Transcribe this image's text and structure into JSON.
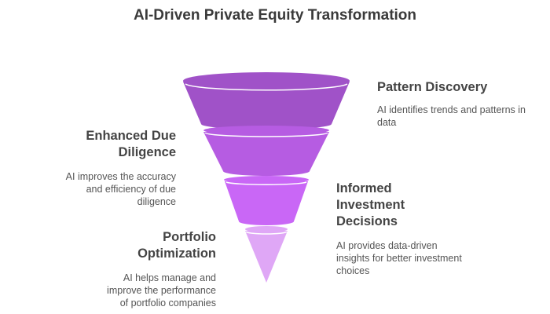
{
  "title": "AI-Driven Private Equity Transformation",
  "colors": {
    "stage1": "#a052c8",
    "stage2": "#b65ce2",
    "stage3": "#c967f6",
    "stage4": "#dfa7f6"
  },
  "stages": [
    {
      "heading": "Pattern Discovery",
      "description": "AI identifies trends and patterns in data"
    },
    {
      "heading": "Enhanced Due Diligence",
      "description": "AI improves the accuracy and efficiency of due diligence"
    },
    {
      "heading": "Informed Investment Decisions",
      "description": "AI provides data-driven insights for better investment choices"
    },
    {
      "heading": "Portfolio Optimization",
      "description": "AI helps manage and improve the performance of portfolio companies"
    }
  ]
}
